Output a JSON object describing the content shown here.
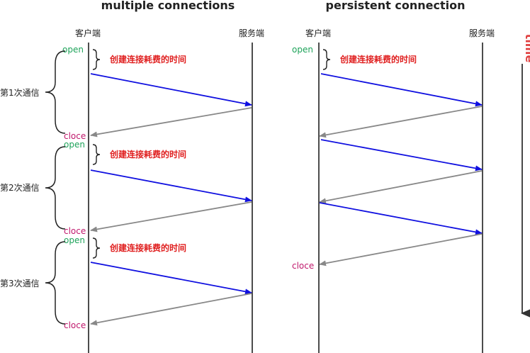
{
  "left": {
    "title": "multiple connections",
    "client": "客户端",
    "server": "服务端",
    "rounds": [
      "第1次通信",
      "第2次通信",
      "第3次通信"
    ],
    "open_label": "open",
    "close_label": "cloce",
    "cost_label": "创建连接耗费的时间"
  },
  "right": {
    "title": "persistent connection",
    "client": "客户端",
    "server": "服务端",
    "open_label": "open",
    "close_label": "cloce",
    "cost_label": "创建连接耗费的时间"
  },
  "time_label": "time",
  "colors": {
    "request": "#1010e0",
    "response": "#888888",
    "open": "#1ea35a",
    "close": "#c0186c",
    "cost": "#e02020",
    "time": "#e04040"
  }
}
